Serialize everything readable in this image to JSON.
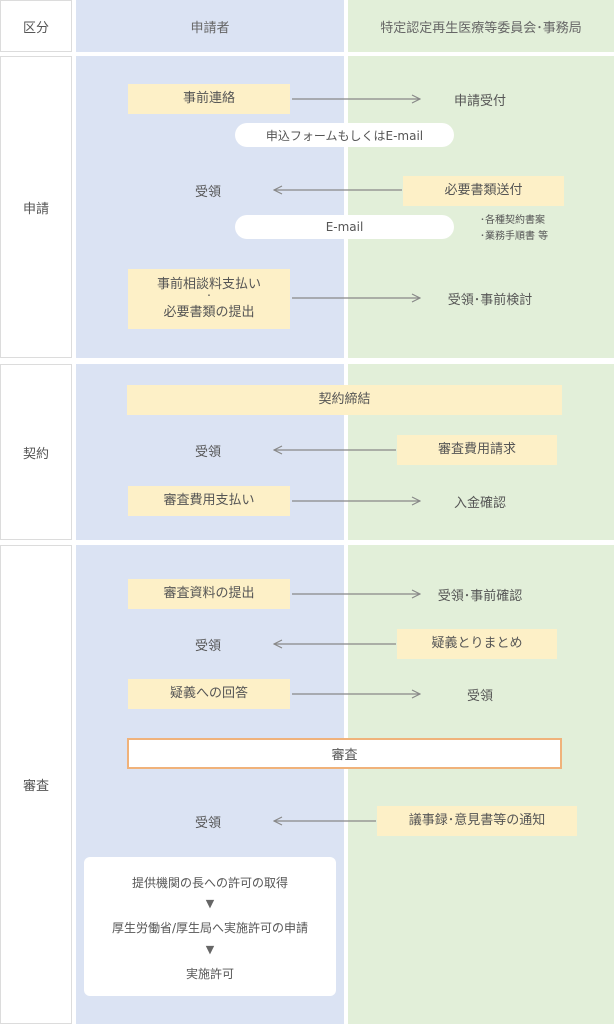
{
  "header": {
    "col_category": "区分",
    "col_applicant": "申請者",
    "col_committee": "特定認定再生医療等委員会･事務局"
  },
  "sections": {
    "application": "申請",
    "contract": "契約",
    "review": "審査"
  },
  "application": {
    "prior_contact": "事前連絡",
    "accept_application": "申請受付",
    "form_or_email": "申込フォームもしくはE-mail",
    "receive_1": "受領",
    "send_documents": "必要書類送付",
    "email": "E-mail",
    "doc_note_1": "･各種契約書案",
    "doc_note_2": "･業務手順書 等",
    "consult_fee_line1": "事前相談料支払い",
    "consult_fee_dot": "･",
    "consult_fee_line2": "必要書類の提出",
    "receive_prior_review": "受領･事前検討"
  },
  "contract": {
    "conclusion": "契約締結",
    "receive": "受領",
    "fee_request": "審査費用請求",
    "fee_payment": "審査費用支払い",
    "payment_confirm": "入金確認"
  },
  "review": {
    "submit_materials": "審査資料の提出",
    "receive_prior_confirm": "受領･事前確認",
    "receive_1": "受領",
    "questions_summary": "疑義とりまとめ",
    "answer_questions": "疑義への回答",
    "receive_2": "受領",
    "review_box": "審査",
    "receive_3": "受領",
    "minutes_notice": "議事録･意見書等の通知",
    "panel_line1": "提供機関の長への許可の取得",
    "panel_arrow1": "▼",
    "panel_line2": "厚生労働省/厚生局へ実施許可の申請",
    "panel_arrow2": "▼",
    "panel_line3": "実施許可"
  },
  "colors": {
    "applicant_bg": "#dbe3f3",
    "committee_bg": "#e2efd9",
    "box_bg": "#fdf0c7",
    "review_border": "#f0b27a",
    "arrow": "#888888"
  }
}
